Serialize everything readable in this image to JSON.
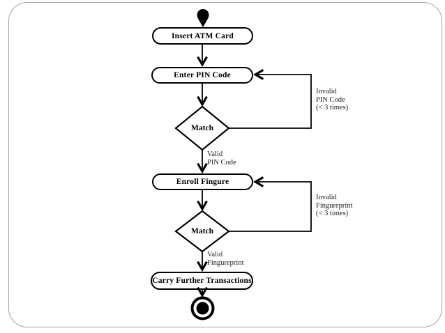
{
  "colors": {
    "line": "#000000",
    "background": "#ffffff",
    "slide_border": "#a3a3a3"
  },
  "diagram": {
    "nodes": {
      "insert_card": {
        "label": "Insert ATM Card"
      },
      "enter_pin": {
        "label": "Enter PIN Code"
      },
      "match_pin": {
        "label": "Match"
      },
      "enroll_fingure": {
        "label": "Enroll Fingure"
      },
      "match_fingure": {
        "label": "Match"
      },
      "carry_transactions": {
        "label": "Carry Further Transactions"
      }
    },
    "edge_labels": {
      "valid_pin": {
        "label": "Valid\nPIN Code"
      },
      "invalid_pin": {
        "label": "Invalid\nPIN Code\n(< 3 times)"
      },
      "valid_fingure": {
        "label": "Valid\nFingureprint"
      },
      "invalid_fingure": {
        "label": "Invalid\nFingureprint\n(< 3 times)"
      }
    }
  }
}
